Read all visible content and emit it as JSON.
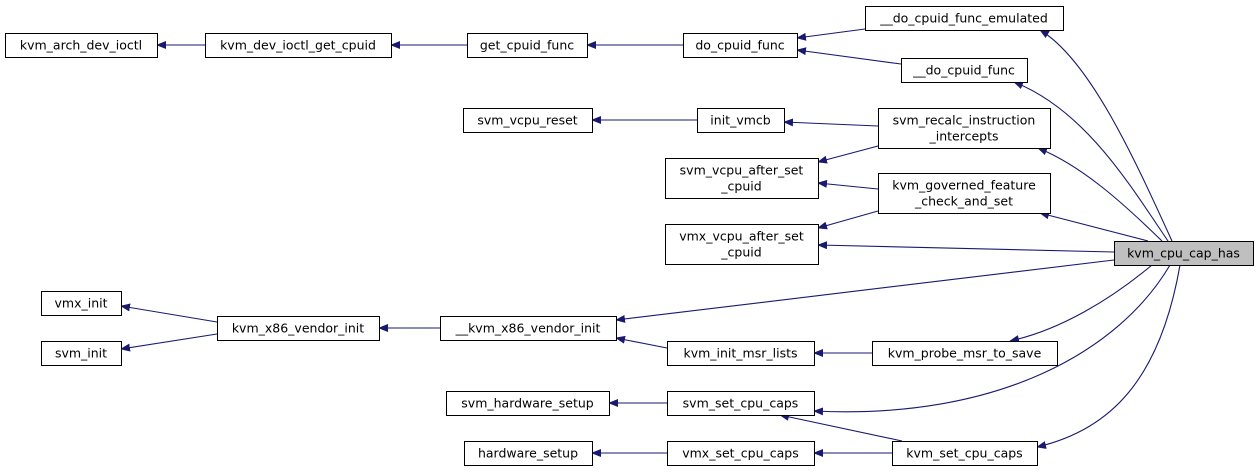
{
  "graph": {
    "root": "kvm_cpu_cap_has",
    "colors": {
      "edge": "#191970",
      "node_fill": "#ffffff",
      "root_fill": "#bfbfbf",
      "border": "#000000"
    },
    "nodes": [
      {
        "id": "kvm_arch_dev_ioctl",
        "lines": [
          "kvm_arch_dev_ioctl"
        ]
      },
      {
        "id": "kvm_dev_ioctl_get_cpuid",
        "lines": [
          "kvm_dev_ioctl_get_cpuid"
        ]
      },
      {
        "id": "get_cpuid_func",
        "lines": [
          "get_cpuid_func"
        ]
      },
      {
        "id": "do_cpuid_func",
        "lines": [
          "do_cpuid_func"
        ]
      },
      {
        "id": "__do_cpuid_func_emulated",
        "lines": [
          "__do_cpuid_func_emulated"
        ]
      },
      {
        "id": "__do_cpuid_func",
        "lines": [
          "__do_cpuid_func"
        ]
      },
      {
        "id": "svm_vcpu_reset",
        "lines": [
          "svm_vcpu_reset"
        ]
      },
      {
        "id": "init_vmcb",
        "lines": [
          "init_vmcb"
        ]
      },
      {
        "id": "svm_recalc_instruction_intercepts",
        "lines": [
          "svm_recalc_instruction",
          "_intercepts"
        ]
      },
      {
        "id": "svm_vcpu_after_set_cpuid",
        "lines": [
          "svm_vcpu_after_set",
          "_cpuid"
        ]
      },
      {
        "id": "kvm_governed_feature_check_and_set",
        "lines": [
          "kvm_governed_feature",
          "_check_and_set"
        ]
      },
      {
        "id": "vmx_vcpu_after_set_cpuid",
        "lines": [
          "vmx_vcpu_after_set",
          "_cpuid"
        ]
      },
      {
        "id": "kvm_cpu_cap_has",
        "lines": [
          "kvm_cpu_cap_has"
        ]
      },
      {
        "id": "vmx_init",
        "lines": [
          "vmx_init"
        ]
      },
      {
        "id": "svm_init",
        "lines": [
          "svm_init"
        ]
      },
      {
        "id": "kvm_x86_vendor_init",
        "lines": [
          "kvm_x86_vendor_init"
        ]
      },
      {
        "id": "__kvm_x86_vendor_init",
        "lines": [
          "__kvm_x86_vendor_init"
        ]
      },
      {
        "id": "kvm_init_msr_lists",
        "lines": [
          "kvm_init_msr_lists"
        ]
      },
      {
        "id": "kvm_probe_msr_to_save",
        "lines": [
          "kvm_probe_msr_to_save"
        ]
      },
      {
        "id": "svm_hardware_setup",
        "lines": [
          "svm_hardware_setup"
        ]
      },
      {
        "id": "svm_set_cpu_caps",
        "lines": [
          "svm_set_cpu_caps"
        ]
      },
      {
        "id": "hardware_setup",
        "lines": [
          "hardware_setup"
        ]
      },
      {
        "id": "vmx_set_cpu_caps",
        "lines": [
          "vmx_set_cpu_caps"
        ]
      },
      {
        "id": "kvm_set_cpu_caps",
        "lines": [
          "kvm_set_cpu_caps"
        ]
      }
    ],
    "edges": [
      {
        "from": "kvm_dev_ioctl_get_cpuid",
        "to": "kvm_arch_dev_ioctl"
      },
      {
        "from": "get_cpuid_func",
        "to": "kvm_dev_ioctl_get_cpuid"
      },
      {
        "from": "do_cpuid_func",
        "to": "get_cpuid_func"
      },
      {
        "from": "__do_cpuid_func_emulated",
        "to": "do_cpuid_func"
      },
      {
        "from": "__do_cpuid_func",
        "to": "do_cpuid_func"
      },
      {
        "from": "init_vmcb",
        "to": "svm_vcpu_reset"
      },
      {
        "from": "svm_recalc_instruction_intercepts",
        "to": "init_vmcb"
      },
      {
        "from": "svm_recalc_instruction_intercepts",
        "to": "svm_vcpu_after_set_cpuid"
      },
      {
        "from": "kvm_governed_feature_check_and_set",
        "to": "svm_vcpu_after_set_cpuid"
      },
      {
        "from": "kvm_governed_feature_check_and_set",
        "to": "vmx_vcpu_after_set_cpuid"
      },
      {
        "from": "kvm_cpu_cap_has",
        "to": "__do_cpuid_func_emulated"
      },
      {
        "from": "kvm_cpu_cap_has",
        "to": "__do_cpuid_func"
      },
      {
        "from": "kvm_cpu_cap_has",
        "to": "svm_recalc_instruction_intercepts"
      },
      {
        "from": "kvm_cpu_cap_has",
        "to": "kvm_governed_feature_check_and_set"
      },
      {
        "from": "kvm_cpu_cap_has",
        "to": "vmx_vcpu_after_set_cpuid"
      },
      {
        "from": "kvm_cpu_cap_has",
        "to": "__kvm_x86_vendor_init"
      },
      {
        "from": "kvm_cpu_cap_has",
        "to": "kvm_probe_msr_to_save"
      },
      {
        "from": "kvm_cpu_cap_has",
        "to": "svm_set_cpu_caps"
      },
      {
        "from": "kvm_cpu_cap_has",
        "to": "kvm_set_cpu_caps"
      },
      {
        "from": "kvm_x86_vendor_init",
        "to": "vmx_init"
      },
      {
        "from": "kvm_x86_vendor_init",
        "to": "svm_init"
      },
      {
        "from": "__kvm_x86_vendor_init",
        "to": "kvm_x86_vendor_init"
      },
      {
        "from": "kvm_init_msr_lists",
        "to": "__kvm_x86_vendor_init"
      },
      {
        "from": "kvm_probe_msr_to_save",
        "to": "kvm_init_msr_lists"
      },
      {
        "from": "svm_set_cpu_caps",
        "to": "svm_hardware_setup"
      },
      {
        "from": "kvm_set_cpu_caps",
        "to": "svm_set_cpu_caps"
      },
      {
        "from": "vmx_set_cpu_caps",
        "to": "hardware_setup"
      },
      {
        "from": "kvm_set_cpu_caps",
        "to": "vmx_set_cpu_caps"
      }
    ]
  }
}
